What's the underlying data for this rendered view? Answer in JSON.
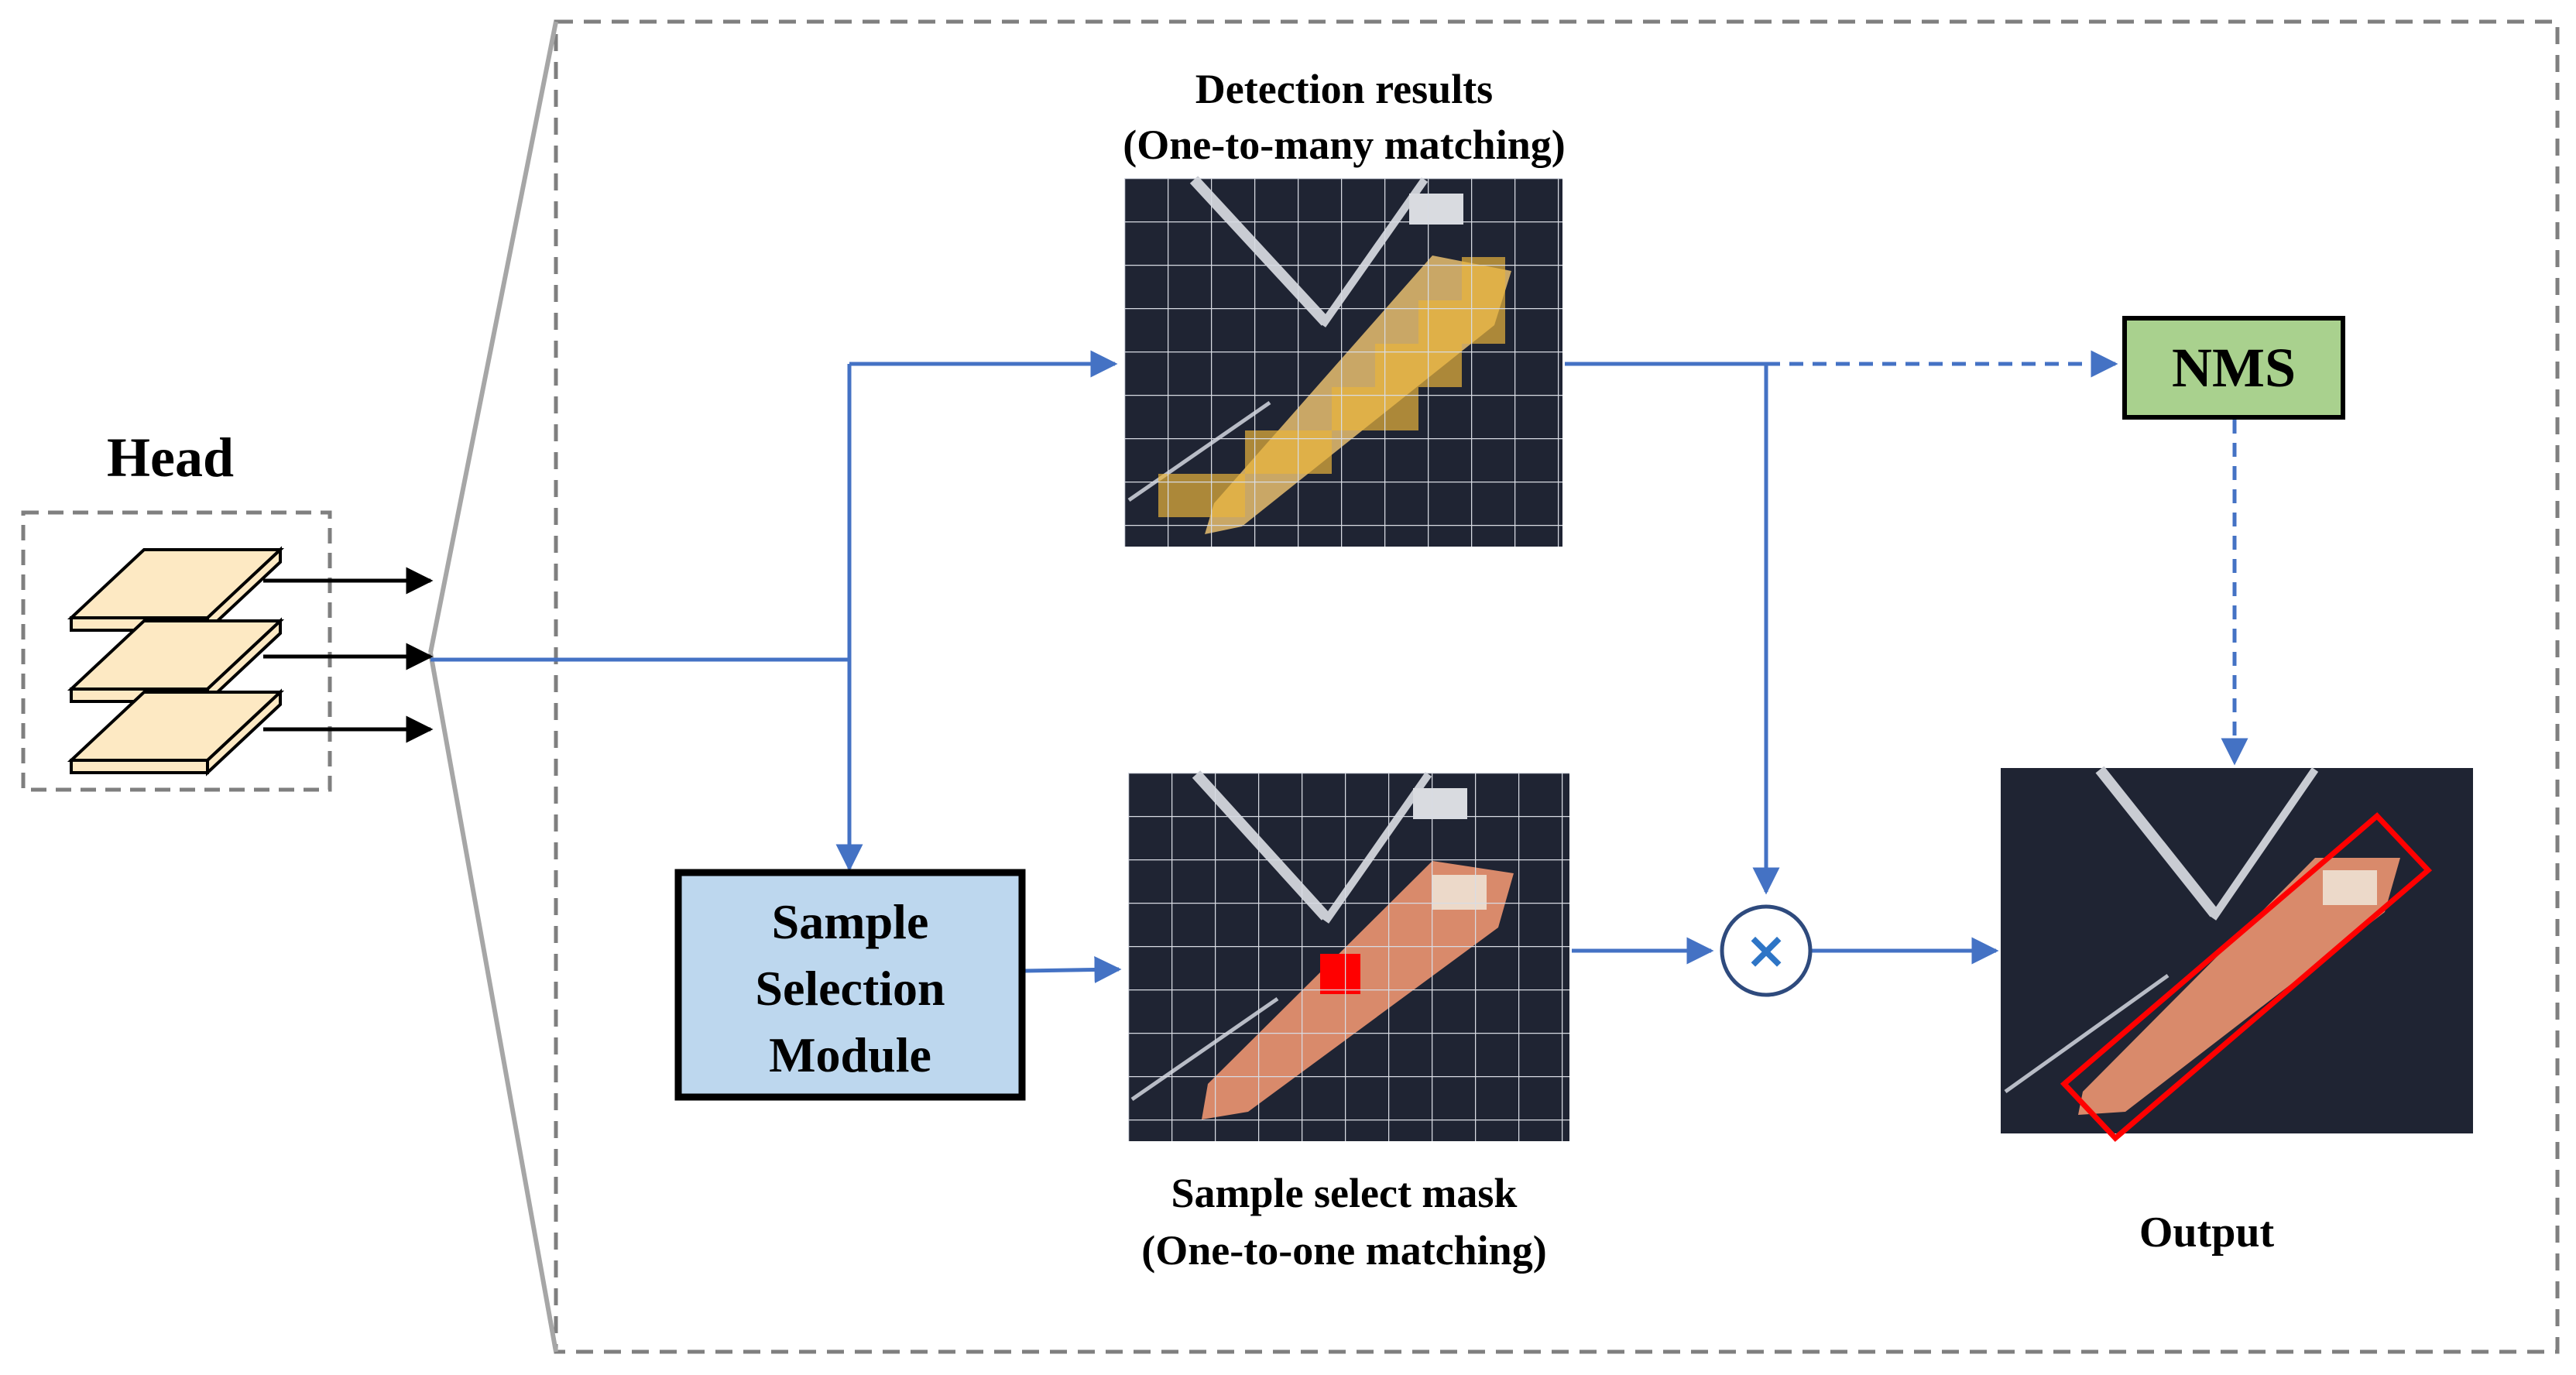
{
  "head": {
    "title": "Head"
  },
  "detection": {
    "line1": "Detection results",
    "line2": "(One-to-many matching)"
  },
  "mask": {
    "line1": "Sample select mask",
    "line2": "(One-to-one matching)"
  },
  "module": {
    "line1": "Sample",
    "line2": "Selection",
    "line3": "Module"
  },
  "nms": {
    "label": "NMS"
  },
  "output": {
    "label": "Output"
  },
  "multiply": {
    "symbol": "×"
  },
  "colors": {
    "flow_line": "#4472c4",
    "feature_fill": "#fde9c3",
    "module_fill": "#bdd7ee",
    "nms_fill": "#a9d18e",
    "dashed_border": "#7f7f7f",
    "satellite_bg": "#1f2433",
    "yellow_overlay": "#e8b43c",
    "hull_salmon": "#d98a6b",
    "selected_cell": "#ff0000",
    "output_box": "#ff0000"
  }
}
